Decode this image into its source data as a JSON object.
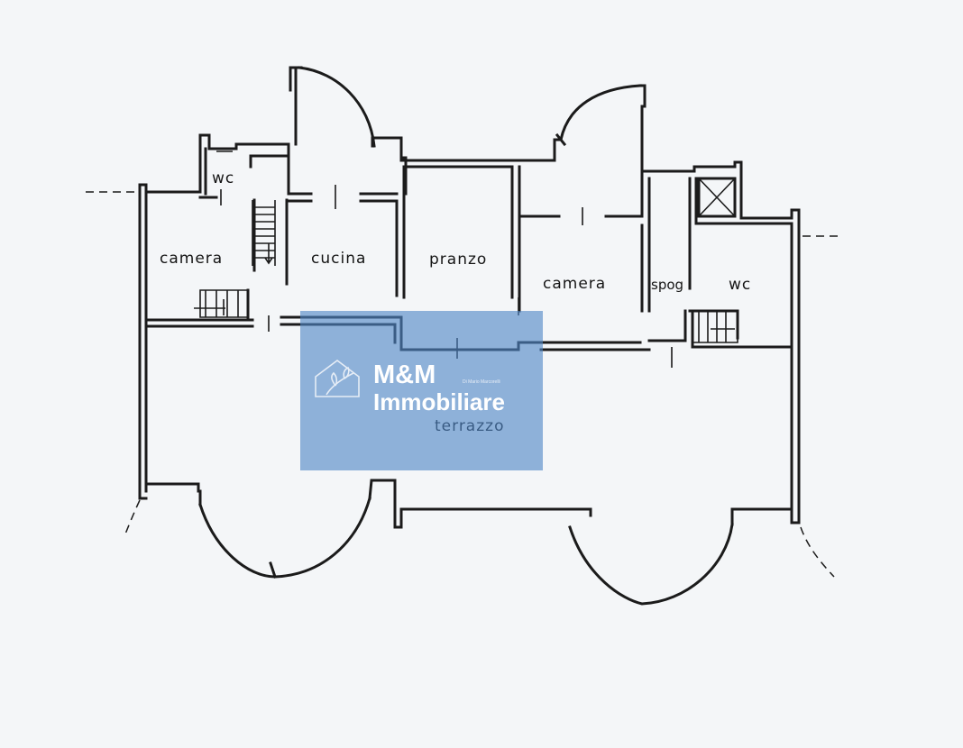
{
  "rooms": {
    "wc_left": "wc",
    "camera_left": "camera",
    "cucina": "cucina",
    "pranzo": "pranzo",
    "camera_right": "camera",
    "spog": "spog",
    "wc_right": "wc",
    "terrazzo": "terrazzo"
  },
  "watermark": {
    "brand_line1": "M&M",
    "brand_line2": "Immobiliare",
    "tagline": "Di Mario Marcorelli",
    "icon": "house-leaf-icon",
    "color": "#4f86c6"
  }
}
